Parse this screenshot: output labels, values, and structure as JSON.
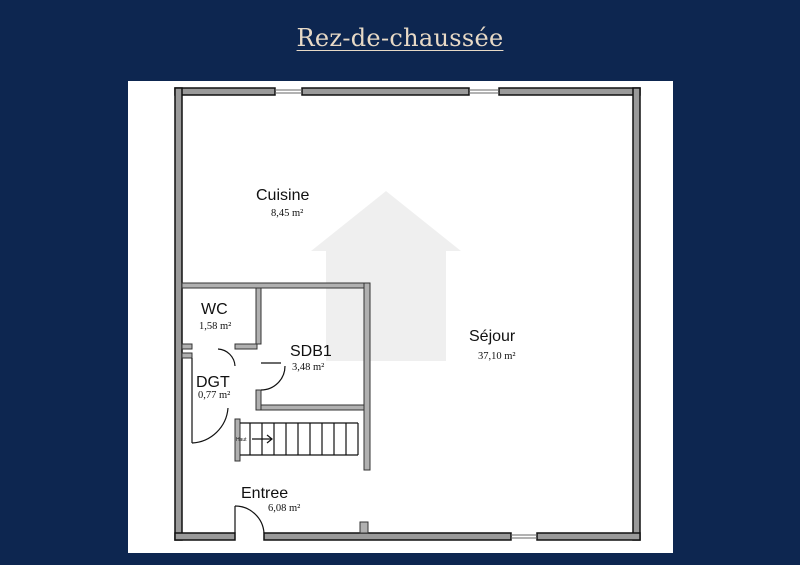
{
  "header": {
    "title": "Rez-de-chaussée"
  },
  "plan": {
    "rooms": [
      {
        "name": "Cuisine",
        "area": "8,45 m²"
      },
      {
        "name": "Séjour",
        "area": "37,10 m²"
      },
      {
        "name": "WC",
        "area": "1,58 m²"
      },
      {
        "name": "SDB1",
        "area": "3,48 m²"
      },
      {
        "name": "DGT",
        "area": "0,77 m²"
      },
      {
        "name": "Entree",
        "area": "6,08 m²"
      }
    ],
    "stair_label": "Haut"
  },
  "colors": {
    "background": "#0d2650",
    "title": "#e7d9c6",
    "panel": "#ffffff",
    "wall": "#111111",
    "partition": "#9a9a9a"
  }
}
